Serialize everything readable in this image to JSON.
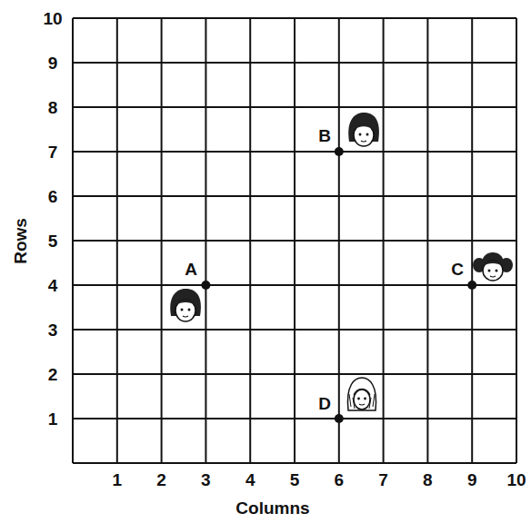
{
  "diagram": {
    "labels": [
      "10",
      "9",
      "8",
      "7",
      "6",
      "5",
      "4",
      "3",
      "2",
      "1",
      "Rows",
      "A",
      "B",
      "C",
      "D",
      "1",
      "2",
      "3",
      "4",
      "5",
      "6",
      "7",
      "8",
      "9",
      "10",
      "Columns"
    ]
  }
}
